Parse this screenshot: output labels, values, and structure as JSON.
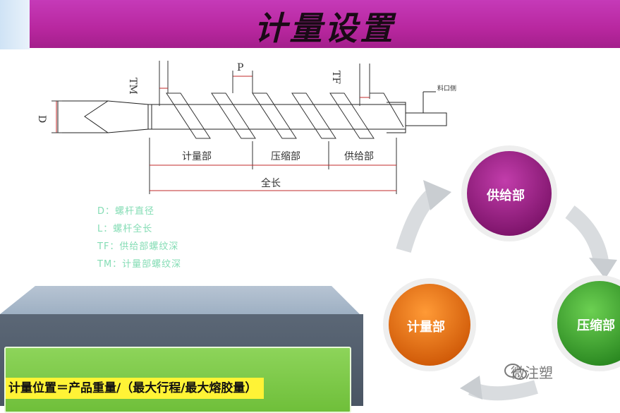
{
  "slide": {
    "title": "计量设置"
  },
  "diagram": {
    "dim_labels": {
      "tm": "TM",
      "p": "P",
      "tf": "TF",
      "d": "D",
      "hopper": "料口侧"
    },
    "sections": {
      "metering": "计量部",
      "compression": "压缩部",
      "feeding": "供给部",
      "full_length": "全长"
    }
  },
  "legend": [
    {
      "text": "D：螺杆直径"
    },
    {
      "text": "L：螺杆全长"
    },
    {
      "text": "TF：供给部螺纹深"
    },
    {
      "text": "TM：计量部螺纹深"
    }
  ],
  "formula": {
    "text": "计量位置＝产品重量/（最大行程/最大熔胶量）"
  },
  "cycle": {
    "nodes": [
      {
        "label": "供给部",
        "color": "#9b1d86"
      },
      {
        "label": "压缩部",
        "color": "#3a9a2d"
      },
      {
        "label": "计量部",
        "color": "#e06a12"
      }
    ]
  },
  "watermark": {
    "text": "微注塑"
  }
}
